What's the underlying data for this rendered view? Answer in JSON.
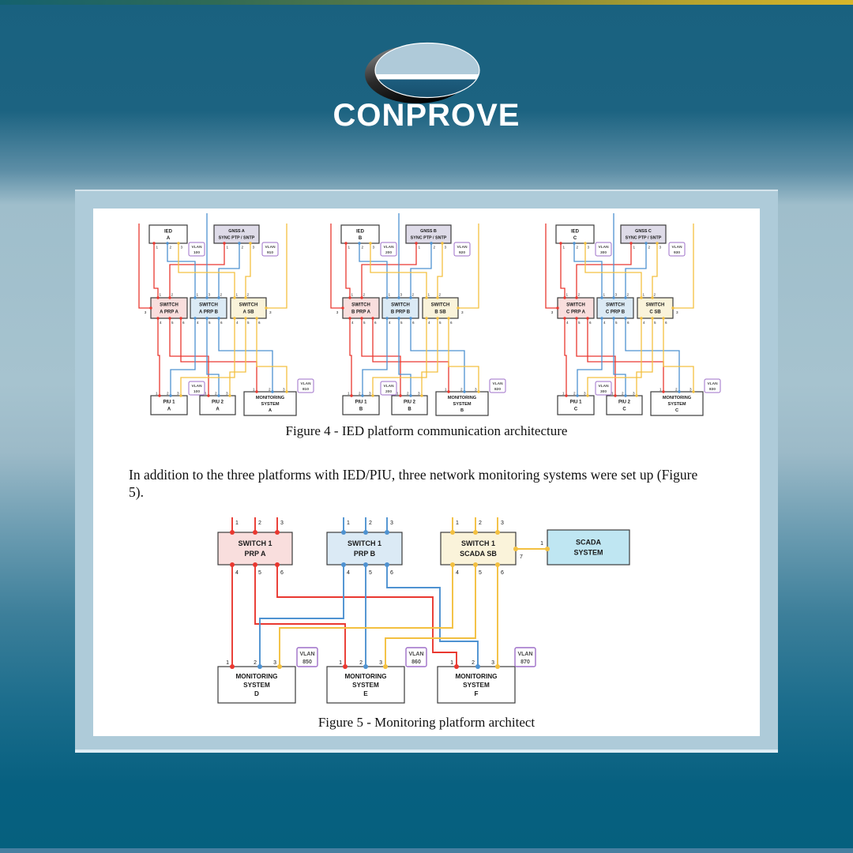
{
  "colors": {
    "red": "#e93830",
    "blue": "#4e92d1",
    "yellow": "#f3c040",
    "vlan_border": "#9e6fc8",
    "vlan_text": "#4a4a4a",
    "box_border": "#3b3b3b",
    "pink": "#f9dedd",
    "light_blue": "#dbeaf5",
    "cream": "#faf3da",
    "lavender": "#dedbe8",
    "scada_cyan": "#bfe6f2",
    "white": "#ffffff"
  },
  "logo": {
    "brand": "CONPROVE"
  },
  "page": {
    "figure4": {
      "caption": "Figure 4 - IED platform communication architecture",
      "vlan_word": "VLAN",
      "port_labels": {
        "device": [
          "1",
          "2",
          "3"
        ],
        "switch_prpa_top": [
          "1",
          "2"
        ],
        "switch_prpb_top": [
          "1",
          "3",
          "2"
        ],
        "switch_sb_top": [
          "1",
          "2"
        ],
        "switch_bottom": [
          "4",
          "5",
          "6"
        ],
        "side": "3"
      },
      "panels": [
        {
          "id": "A",
          "ied": [
            "IED",
            "A"
          ],
          "gnss": [
            "GNSS A",
            "SYNC PTP / SNTP"
          ],
          "sw_prpa": [
            "SWITCH",
            "A PRP A"
          ],
          "sw_prpb": [
            "SWITCH",
            "A PRP B"
          ],
          "sw_sb": [
            "SWITCH",
            "A SB"
          ],
          "piu1": [
            "PIU 1",
            "A"
          ],
          "piu2": [
            "PIU 2",
            "A"
          ],
          "mon": [
            "MONITORING",
            "SYSTEM",
            "A"
          ],
          "vlan_ied": "100",
          "vlan_gnss": "910",
          "vlan_piu": "100",
          "vlan_mon": "810"
        },
        {
          "id": "B",
          "ied": [
            "IED",
            "B"
          ],
          "gnss": [
            "GNSS B",
            "SYNC PTP / SNTP"
          ],
          "sw_prpa": [
            "SWITCH",
            "B PRP A"
          ],
          "sw_prpb": [
            "SWITCH",
            "B PRP B"
          ],
          "sw_sb": [
            "SWITCH",
            "B SB"
          ],
          "piu1": [
            "PIU 1",
            "B"
          ],
          "piu2": [
            "PIU 2",
            "B"
          ],
          "mon": [
            "MONITORING",
            "SYSTEM",
            "B"
          ],
          "vlan_ied": "200",
          "vlan_gnss": "920",
          "vlan_piu": "200",
          "vlan_mon": "820"
        },
        {
          "id": "C",
          "ied": [
            "IED",
            "C"
          ],
          "gnss": [
            "GNSS C",
            "SYNC PTP / SNTP"
          ],
          "sw_prpa": [
            "SWITCH",
            "C PRP A"
          ],
          "sw_prpb": [
            "SWITCH",
            "C PRP B"
          ],
          "sw_sb": [
            "SWITCH",
            "C SB"
          ],
          "piu1": [
            "PIU 1",
            "C"
          ],
          "piu2": [
            "PIU 2",
            "C"
          ],
          "mon": [
            "MONITORING",
            "SYSTEM",
            "C"
          ],
          "vlan_ied": "300",
          "vlan_gnss": "930",
          "vlan_piu": "300",
          "vlan_mon": "830"
        }
      ]
    },
    "paragraph_lines": [
      "In addition to the three platforms with IED/PIU, three network monitoring systems were set up (Figure",
      "5)."
    ],
    "figure5": {
      "caption": "Figure 5 - Monitoring platform architect",
      "vlan_word": "VLAN",
      "switches": [
        {
          "label": [
            "SWITCH 1",
            "PRP A"
          ]
        },
        {
          "label": [
            "SWITCH 1",
            "PRP B"
          ]
        },
        {
          "label": [
            "SWITCH 1",
            "SCADA SB"
          ]
        }
      ],
      "scada": {
        "label": [
          "SCADA",
          "SYSTEM"
        ],
        "port": "1"
      },
      "scada_side_port": "7",
      "monitors": [
        {
          "label": [
            "MONITORING",
            "SYSTEM",
            "D"
          ],
          "vlan": "850"
        },
        {
          "label": [
            "MONITORING",
            "SYSTEM",
            "E"
          ],
          "vlan": "860"
        },
        {
          "label": [
            "MONITORING",
            "SYSTEM",
            "F"
          ],
          "vlan": "870"
        }
      ],
      "top_ports": [
        "1",
        "2",
        "3"
      ],
      "bottom_ports": [
        "4",
        "5",
        "6"
      ],
      "mon_ports": [
        "1",
        "2",
        "3"
      ]
    }
  }
}
